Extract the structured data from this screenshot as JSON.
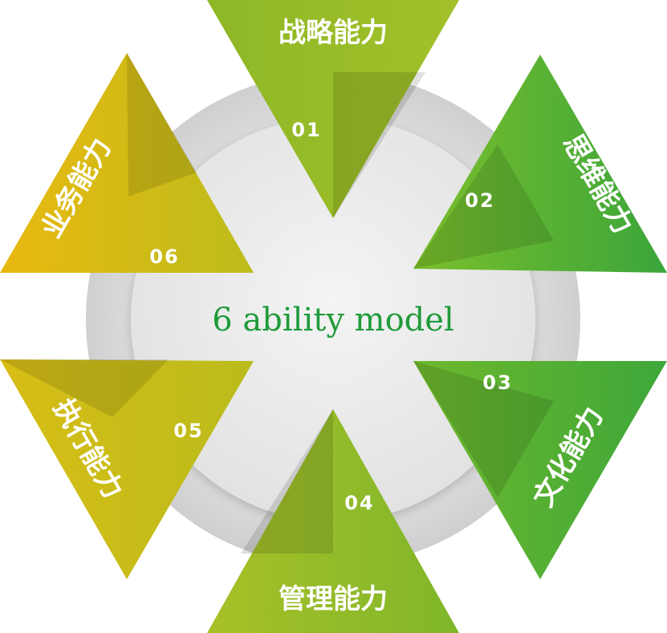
{
  "center": {
    "title": "6 ability model",
    "color": "#1f9b3a"
  },
  "abilities": [
    {
      "number": "01",
      "label": "战略能力",
      "color_a": "#8eb726",
      "color_b": "#a2c12a"
    },
    {
      "number": "02",
      "label": "思维能力",
      "color_a": "#7bbf2c",
      "color_b": "#3aa53a"
    },
    {
      "number": "03",
      "label": "文化能力",
      "color_a": "#6fb82c",
      "color_b": "#3da73a"
    },
    {
      "number": "04",
      "label": "管理能力",
      "color_a": "#a8c128",
      "color_b": "#7fb62a"
    },
    {
      "number": "05",
      "label": "执行能力",
      "color_a": "#d9bd16",
      "color_b": "#b9bc1c"
    },
    {
      "number": "06",
      "label": "业务能力",
      "color_a": "#e9b90f",
      "color_b": "#bcbc1c"
    }
  ]
}
